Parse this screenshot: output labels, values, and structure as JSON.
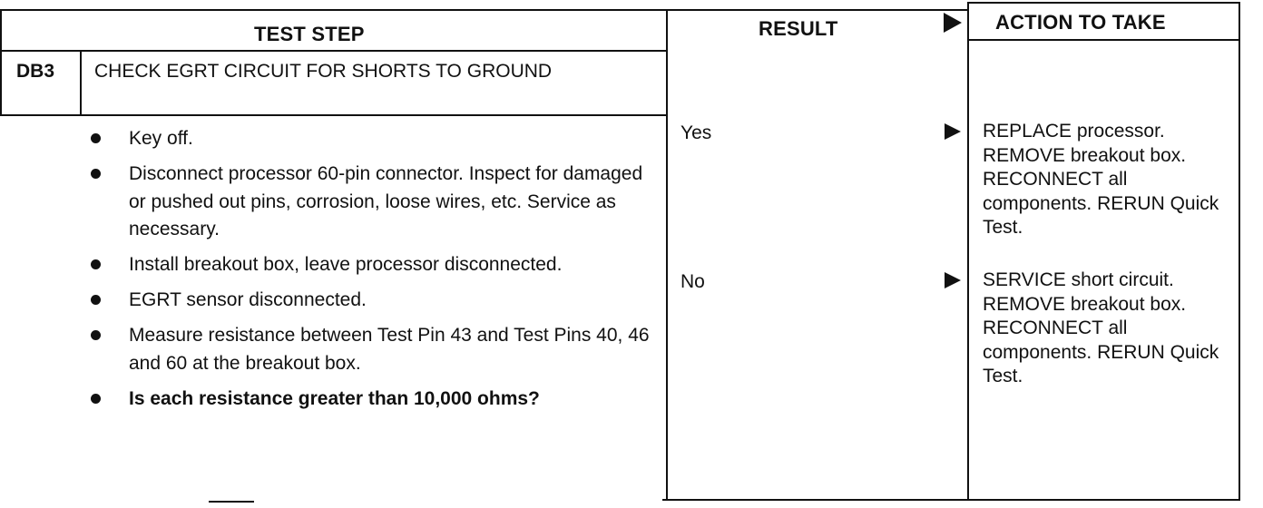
{
  "header": {
    "test_step": "TEST STEP",
    "result": "RESULT",
    "action": "ACTION TO TAKE"
  },
  "step": {
    "id": "DB3",
    "title": "CHECK EGRT CIRCUIT FOR SHORTS TO GROUND"
  },
  "bullets": [
    {
      "text": "Key off."
    },
    {
      "text": "Disconnect processor 60-pin connector. Inspect for damaged or pushed out pins, corrosion, loose wires, etc. Service as necessary."
    },
    {
      "text": "Install breakout box, leave processor disconnected."
    },
    {
      "text": "EGRT sensor disconnected."
    },
    {
      "text": "Measure resistance between Test Pin 43 and Test Pins 40, 46 and 60 at the breakout box."
    },
    {
      "text": "Is each resistance greater than 10,000 ohms?"
    }
  ],
  "results": [
    {
      "label": "Yes",
      "action": "REPLACE processor. REMOVE breakout box. RECONNECT all components. RERUN Quick Test."
    },
    {
      "label": "No",
      "action": "SERVICE short circuit. REMOVE breakout box. RECONNECT all components. RERUN Quick Test."
    }
  ]
}
